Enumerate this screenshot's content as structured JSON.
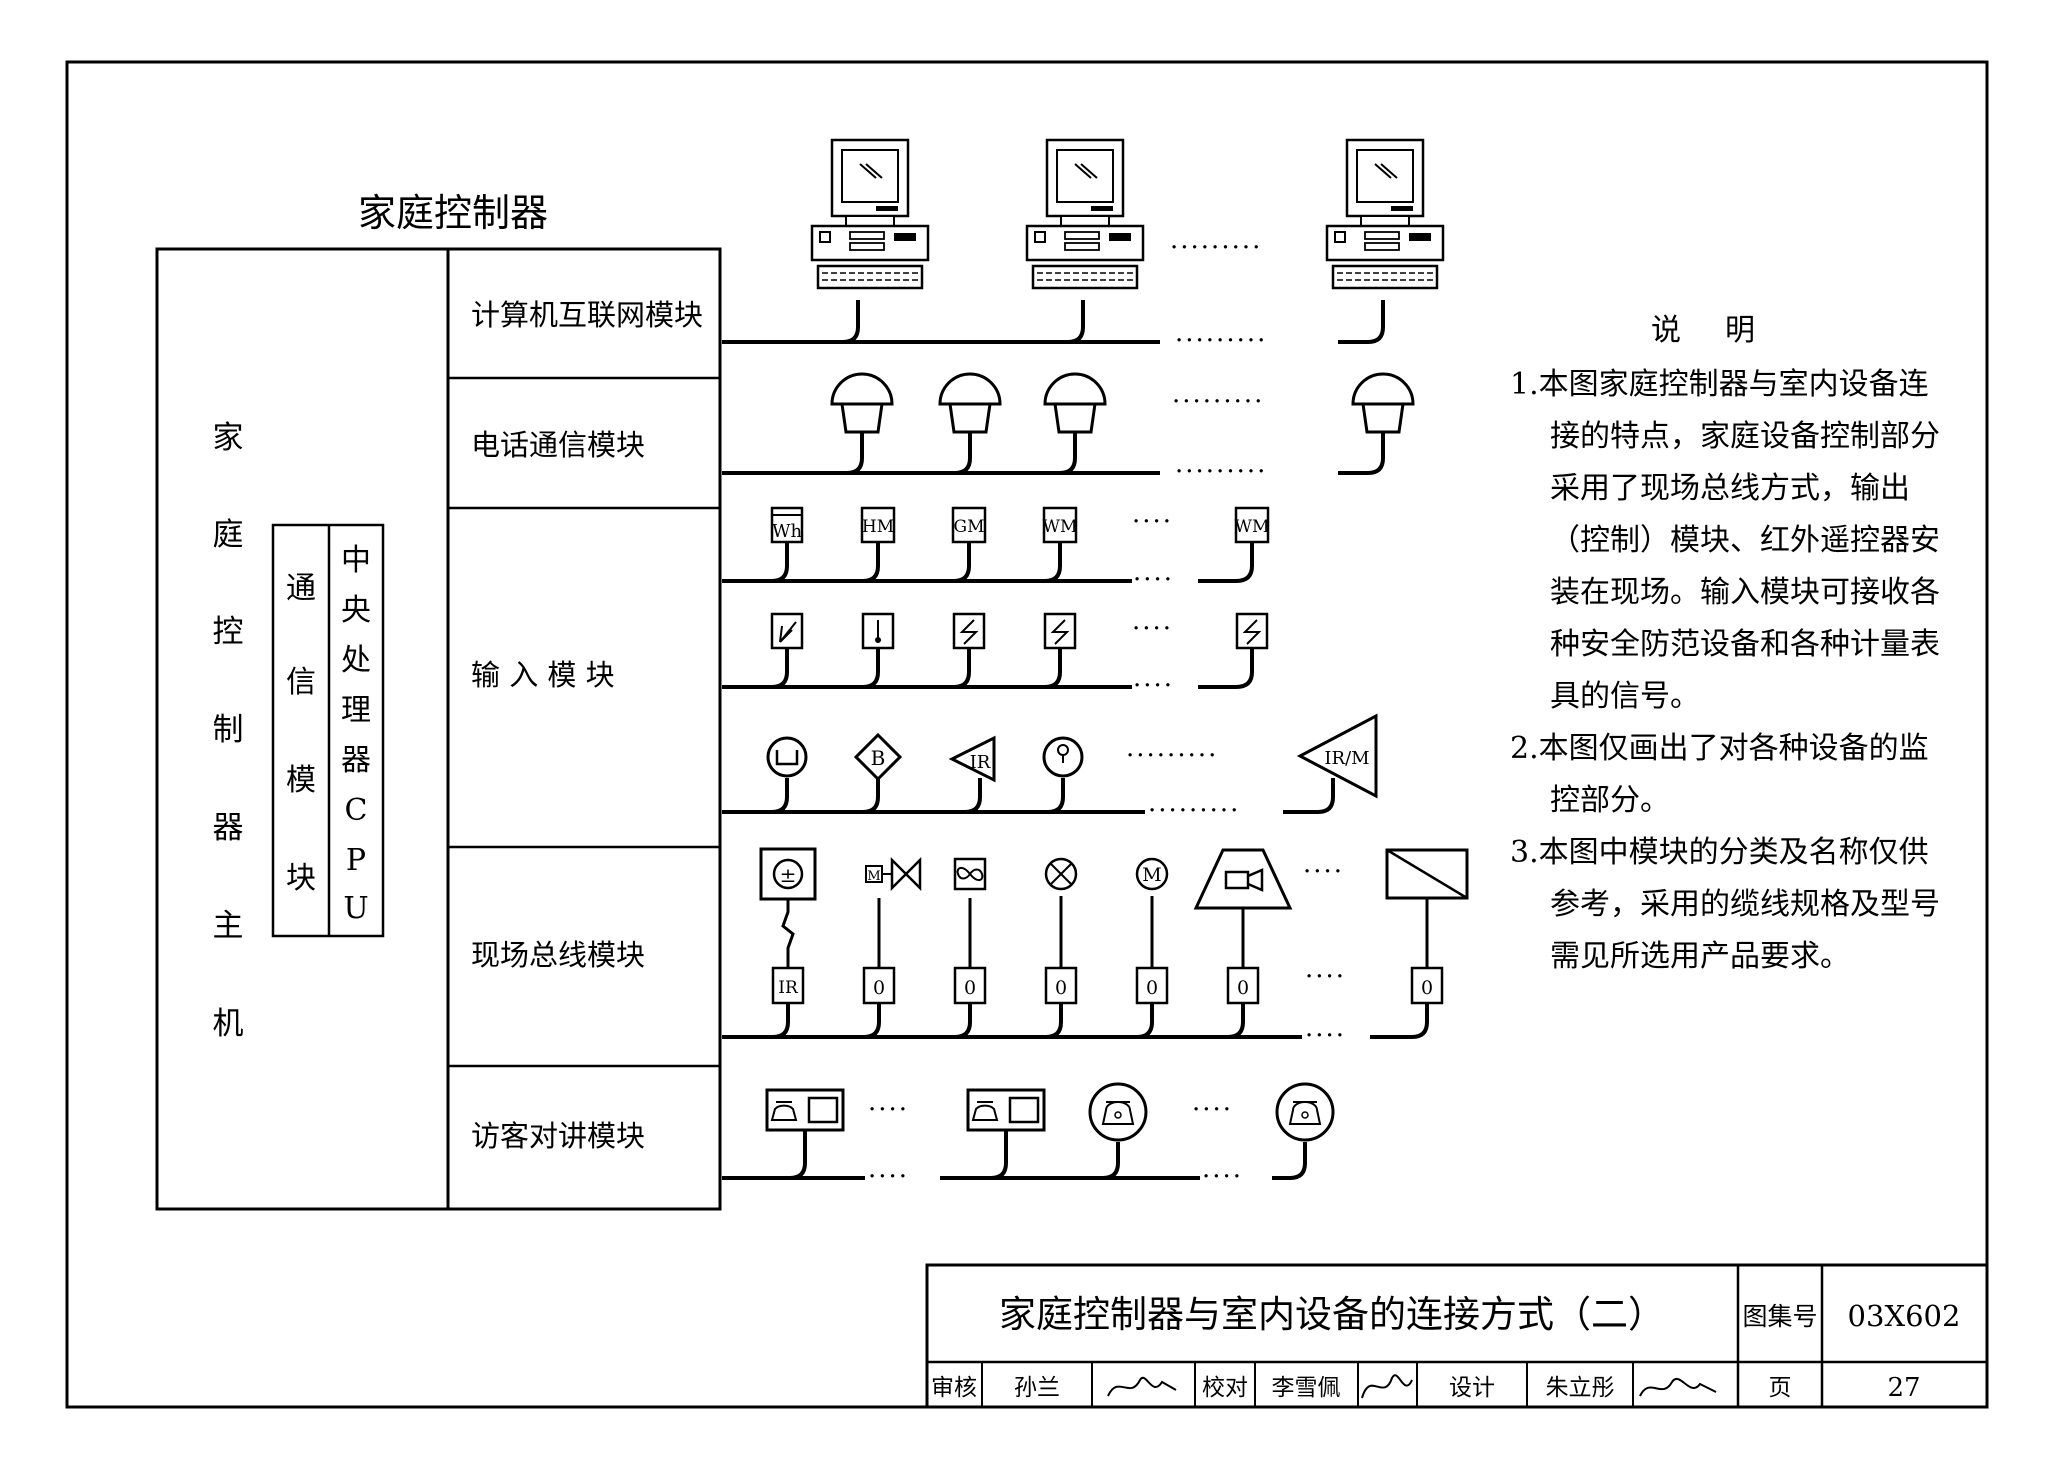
{
  "controller": {
    "title": "家庭控制器",
    "host_chars": [
      "家",
      "庭",
      "控",
      "制",
      "器",
      "主",
      "机"
    ],
    "comm_chars": [
      "通",
      "信",
      "模",
      "块"
    ],
    "cpu_chars": [
      "中",
      "央",
      "处",
      "理",
      "器",
      "C",
      "P",
      "U"
    ]
  },
  "modules": [
    {
      "label": "计算机互联网模块"
    },
    {
      "label": "电话通信模块"
    },
    {
      "label": "输 入 模 块"
    },
    {
      "label": "现场总线模块"
    },
    {
      "label": "访客对讲模块"
    }
  ],
  "meters": [
    "Wh",
    "HM",
    "GM",
    "WM",
    "WM"
  ],
  "sensor_row2_labels": [
    "B",
    "IR",
    "IR/M"
  ],
  "fieldbus": {
    "top_labels": [
      "±",
      "M",
      "M"
    ],
    "box_labels": [
      "IR",
      "0",
      "0",
      "0",
      "0",
      "0",
      "0"
    ]
  },
  "ellipsis": {
    "long": "·········",
    "short": "····"
  },
  "notes": {
    "heading": "说明",
    "items": [
      "1.本图家庭控制器与室内设备连接的特点，家庭设备控制部分采用了现场总线方式，输出（控制）模块、红外遥控器安装在现场。输入模块可接收各种安全防范设备和各种计量表具的信号。",
      "2.本图仅画出了对各种设备的监控部分。",
      "3.本图中模块的分类及名称仅供参考，采用的缆线规格及型号需见所选用产品要求。"
    ]
  },
  "title_block": {
    "title": "家庭控制器与室内设备的连接方式（二）",
    "atlas_label": "图集号",
    "atlas_no": "03X602",
    "review_label": "审核",
    "review_name": "孙兰",
    "check_label": "校对",
    "check_name": "李雪佩",
    "design_label": "设计",
    "design_name": "朱立彤",
    "page_label": "页",
    "page_no": "27"
  }
}
